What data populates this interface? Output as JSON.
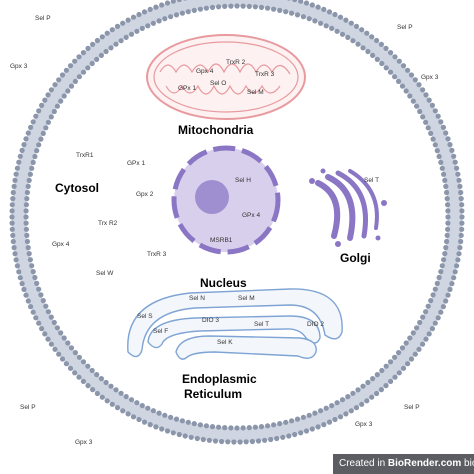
{
  "organelles": {
    "mitochondria": "Mitochondria",
    "cytosol": "Cytosol",
    "nucleus": "Nucleus",
    "golgi": "Golgi",
    "er_line1": "Endoplasmic",
    "er_line2": "Reticulum"
  },
  "outside": {
    "sel_p_tl": "Sel P",
    "sel_p_tr": "Sel P",
    "gpx3_l": "Gpx 3",
    "gpx3_r": "Gpx 3",
    "sel_p_bl": "Sel P",
    "sel_p_br": "Sel P",
    "gpx3_bl": "Gpx 3",
    "gpx3_br": "Gpx 3"
  },
  "mito": {
    "txnrd2": "TrxR 2",
    "gpx4": "Gpx 4",
    "txnrd3": "TrxR 3",
    "gpx1": "GPx 1",
    "sel_o": "Sel O",
    "sel_m": "Sel M"
  },
  "cytosol": {
    "txnrd1": "TrxR1",
    "gpx1": "GPx 1",
    "gpx2": "Gpx 2",
    "txnrd2": "Trx R2",
    "gpx4": "Gpx 4",
    "txnrd3": "TrxR 3",
    "sel_w": "Sel W"
  },
  "nucleus": {
    "sel_h": "Sel H",
    "gpx4": "GPx 4",
    "msrb1": "MSRB1"
  },
  "golgi": {
    "sel_t": "Sel T"
  },
  "er": {
    "sel_n": "Sel N",
    "sel_m": "Sel M",
    "sel_s": "Sel S",
    "sel_f": "Sel F",
    "dio3": "DIO 3",
    "sel_t": "Sel T",
    "dio2": "DIO 2",
    "sel_k": "Sel K"
  },
  "watermark": {
    "prefix": "Created in ",
    "brand": "BioRender.com",
    "suffix": " bio"
  },
  "colors": {
    "membrane_bead": "#8b96ab",
    "mito_stroke": "#e89a9f",
    "nucleus_fill": "#c9bde3",
    "nucleolus": "#a08fd0",
    "nucleus_border": "#8a76c4",
    "golgi": "#8a76c4",
    "er_stroke": "#7fa4d4"
  }
}
